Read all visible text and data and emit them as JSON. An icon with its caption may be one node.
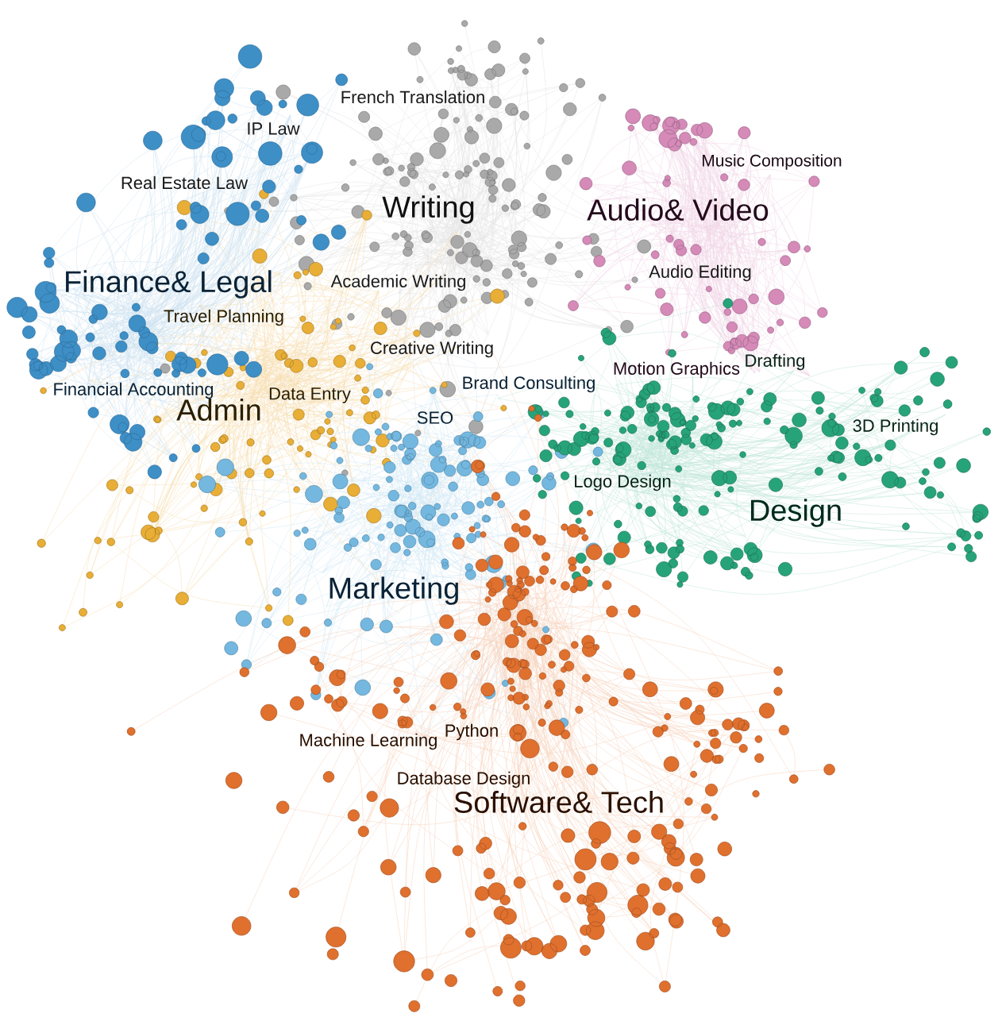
{
  "diagram": {
    "labels": [
      "French Translation",
      "IP Law",
      "Music Composition",
      "Real Estate Law",
      "Writing",
      "Audio& Video",
      "Finance& Legal",
      "Academic Writing",
      "Audio Editing",
      "Travel Planning",
      "Creative Writing",
      "Drafting",
      "Motion Graphics",
      "Brand Consulting",
      "Financial Accounting",
      "Data Entry",
      "Admin",
      "SEO",
      "3D Printing",
      "Logo Design",
      "Design",
      "Marketing",
      "Machine Learning",
      "Python",
      "Database Design",
      "Software& Tech"
    ]
  }
}
